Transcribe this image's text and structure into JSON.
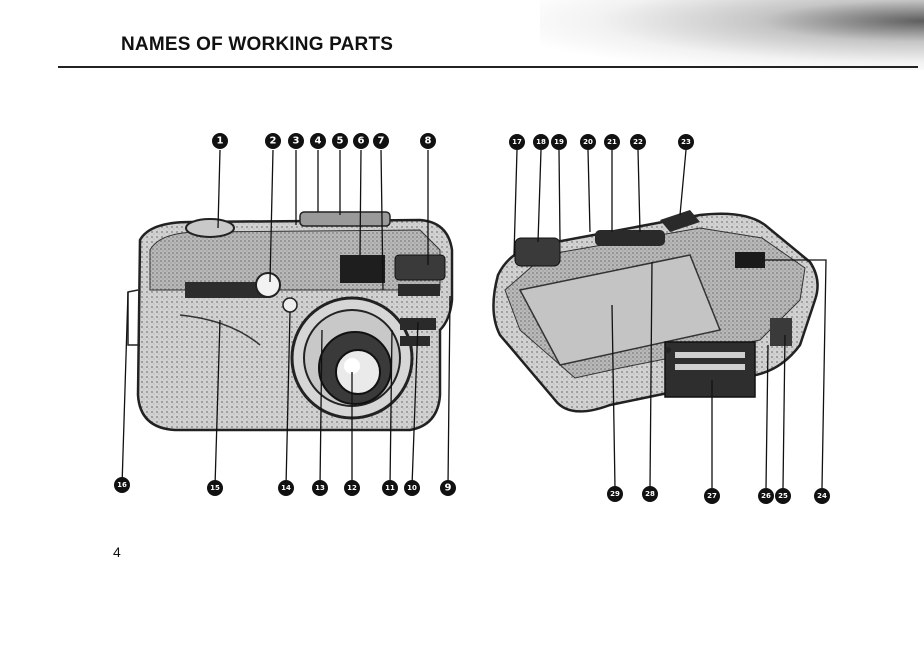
{
  "page": {
    "title": "NAMES OF WORKING PARTS",
    "page_number": "4"
  },
  "callouts": {
    "front": [
      "1",
      "2",
      "3",
      "4",
      "5",
      "6",
      "7",
      "8",
      "9",
      "10",
      "11",
      "12",
      "13",
      "14",
      "15",
      "16"
    ],
    "back": [
      "17",
      "18",
      "19",
      "20",
      "21",
      "22",
      "23",
      "24",
      "25",
      "26",
      "27",
      "28",
      "29"
    ]
  },
  "figures": [
    {
      "name": "camera-front-view"
    },
    {
      "name": "camera-back-view"
    }
  ]
}
